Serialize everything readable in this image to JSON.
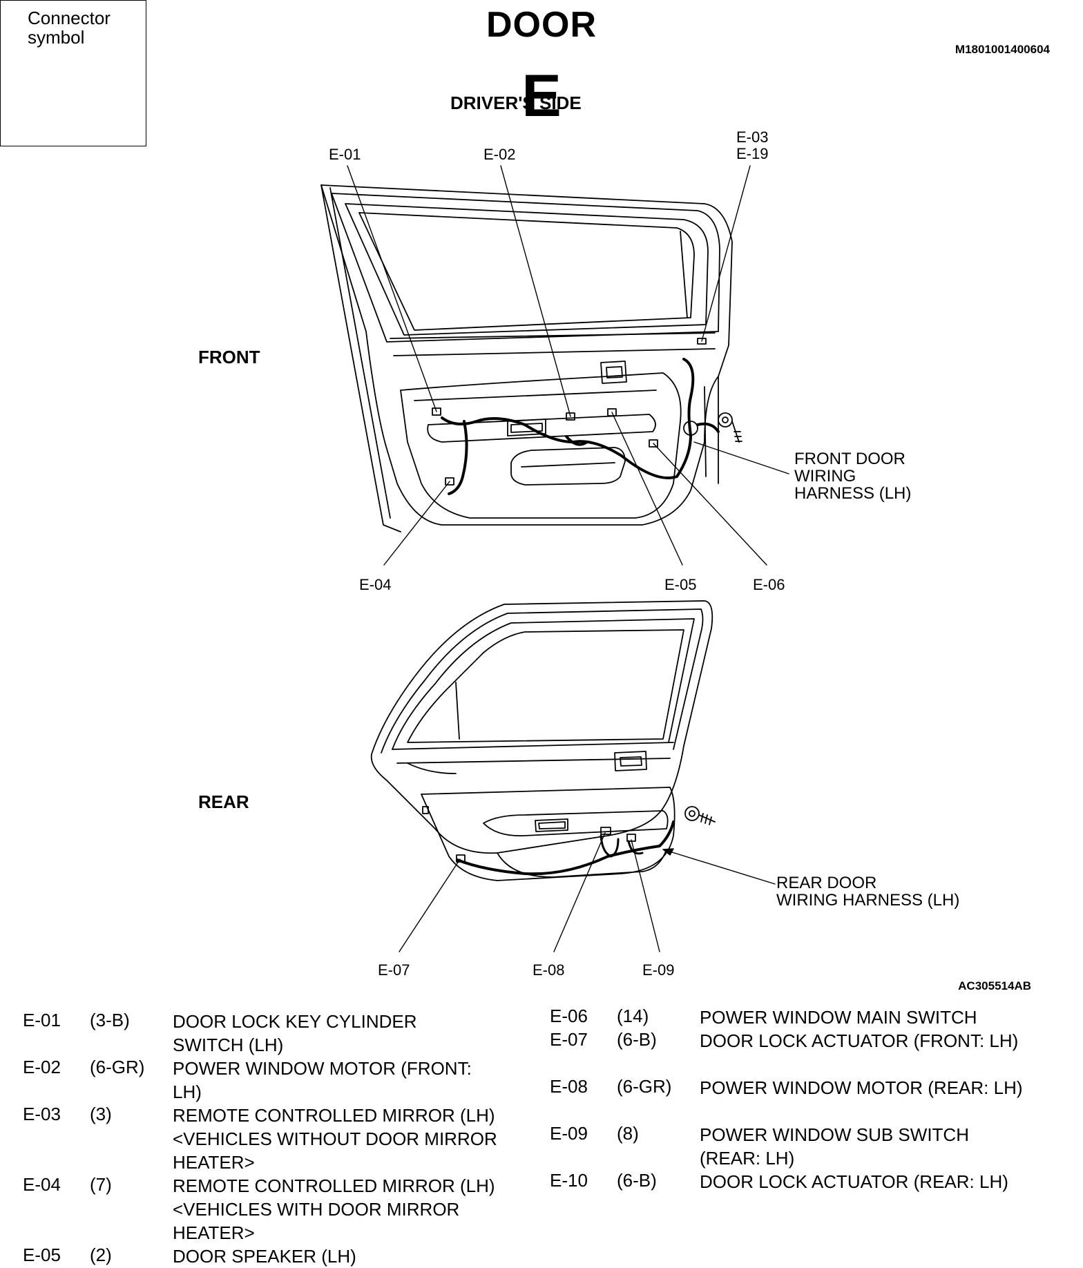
{
  "title": "DOOR",
  "document_id": "M1801001400604",
  "figure_id": "AC305514AB",
  "connector_symbol": {
    "caption": "Connector symbol",
    "letter": "E"
  },
  "section_heading": "DRIVER'S SIDE",
  "views": {
    "front": {
      "label": "FRONT",
      "callouts": [
        "E-01",
        "E-02",
        "E-03\nE-19",
        "E-04",
        "E-05",
        "E-06"
      ],
      "harness_note": "FRONT DOOR\nWIRING\nHARNESS (LH)"
    },
    "rear": {
      "label": "REAR",
      "callouts": [
        "E-07",
        "E-08",
        "E-09"
      ],
      "harness_note": "REAR DOOR\nWIRING HARNESS (LH)"
    }
  },
  "legend_left": [
    {
      "code": "E-01",
      "size": "(3-B)",
      "desc": "DOOR LOCK KEY CYLINDER SWITCH (LH)"
    },
    {
      "code": "E-02",
      "size": "(6-GR)",
      "desc": "POWER WINDOW MOTOR (FRONT: LH)"
    },
    {
      "code": "E-03",
      "size": "(3)",
      "desc": "REMOTE CONTROLLED MIRROR (LH) <VEHICLES WITHOUT DOOR MIRROR HEATER>"
    },
    {
      "code": "E-04",
      "size": "(7)",
      "desc": "REMOTE CONTROLLED MIRROR (LH) <VEHICLES WITH DOOR MIRROR HEATER>"
    },
    {
      "code": "E-05",
      "size": "(2)",
      "desc": "DOOR SPEAKER (LH)"
    }
  ],
  "legend_right": [
    {
      "code": "E-06",
      "size": "(14)",
      "desc": "POWER WINDOW MAIN SWITCH"
    },
    {
      "code": "E-07",
      "size": "(6-B)",
      "desc": "DOOR LOCK ACTUATOR (FRONT: LH)"
    },
    {
      "code": "E-08",
      "size": "(6-GR)",
      "desc": "POWER WINDOW MOTOR (REAR: LH)"
    },
    {
      "code": "E-09",
      "size": "(8)",
      "desc": "POWER WINDOW SUB SWITCH (REAR: LH)"
    },
    {
      "code": "E-10",
      "size": "(6-B)",
      "desc": "DOOR LOCK ACTUATOR (REAR: LH)"
    }
  ]
}
